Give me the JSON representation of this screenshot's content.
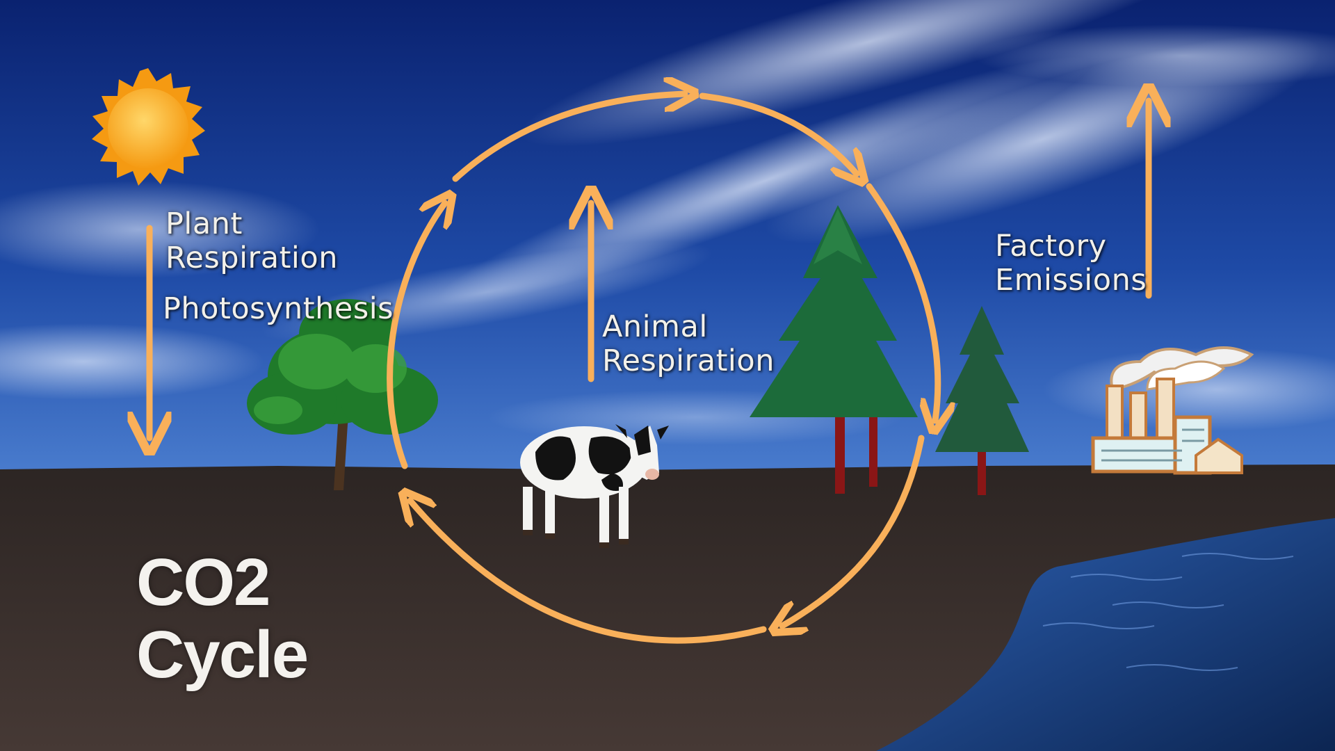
{
  "title": {
    "line1": "CO2",
    "line2": "Cycle"
  },
  "labels": {
    "plant_respiration": {
      "line1": "Plant",
      "line2": "Respiration"
    },
    "photosynthesis": "Photosynthesis",
    "animal_respiration": {
      "line1": "Animal",
      "line2": "Respiration"
    },
    "factory_emissions": {
      "line1": "Factory",
      "line2": "Emissions"
    }
  },
  "colors": {
    "arrow": "#f9b05a",
    "sky_top": "#0b2575",
    "sky_bottom": "#3a6fc8",
    "ground": "#3a302d",
    "water": "#1b3d7a",
    "sun": "#f7a21c",
    "text": "#f3f1ea"
  },
  "icons": [
    "sun-icon",
    "deciduous-tree-icon",
    "pine-tree-icon",
    "cow-icon",
    "factory-icon"
  ]
}
